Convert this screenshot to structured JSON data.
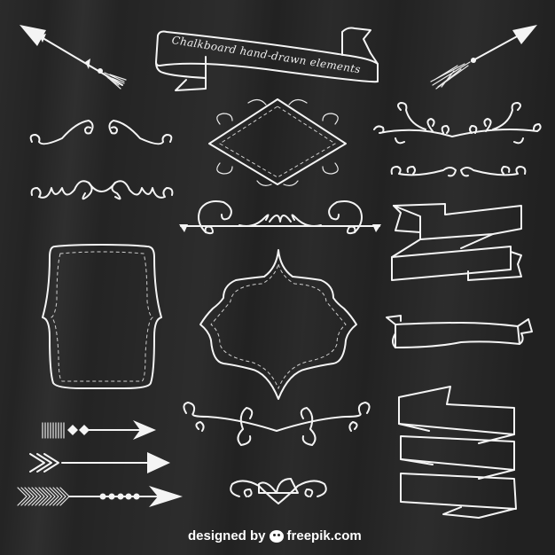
{
  "banner": {
    "title": "Chalkboard hand-drawn elements"
  },
  "credit": {
    "prefix": "designed by",
    "logo_icon": "freepik-logo-icon",
    "brand": "freepik.com"
  },
  "elements": {
    "arrows_top": [
      "arrow-up-left-icon",
      "arrow-up-right-icon"
    ],
    "dividers": [
      "flourish-divider-left",
      "flourish-divider-right",
      "swirl-divider-small",
      "scroll-divider-center",
      "flourish-divider-bottom",
      "butterfly-swirl"
    ],
    "frames": [
      "diamond-frame",
      "bracket-frame",
      "ornate-frame"
    ],
    "ribbons": [
      "title-ribbon",
      "twisted-ribbon",
      "wavy-ribbon",
      "zigzag-ribbon"
    ],
    "arrows_bottom": [
      "arrow-feather-diamonds",
      "arrow-chevron-fletching",
      "arrow-dotted-fletching"
    ]
  },
  "colors": {
    "background": "#242424",
    "chalk": "#f4f4f4"
  }
}
